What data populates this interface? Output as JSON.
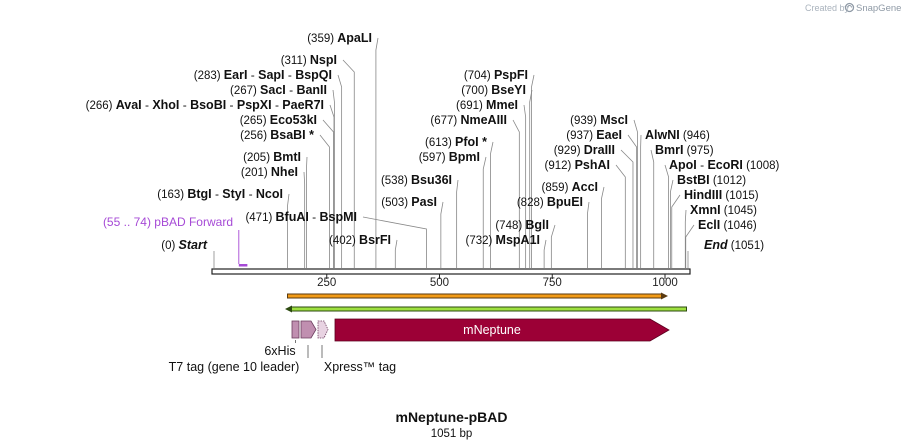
{
  "credit": {
    "prefix": "Created by",
    "brand": "SnapGene"
  },
  "plasmid": {
    "name": "mNeptune-pBAD",
    "length_label": "1051 bp",
    "length": 1051
  },
  "sequence_range": [
    0,
    1051
  ],
  "ruler_ticks": [
    250,
    500,
    750,
    1000
  ],
  "primer": {
    "range_label": "(55 .. 74)",
    "name": "pBAD Forward",
    "start": 55,
    "end": 74,
    "color": "#a64ad6"
  },
  "features": {
    "mNeptune": {
      "label": "mNeptune",
      "start": 270,
      "end": 1011,
      "color": "#9c0036"
    },
    "his_tag": {
      "label": "6xHis",
      "color": "#c08fb0"
    },
    "t7_tag": {
      "label": "T7 tag (gene 10 leader)",
      "color": "#c08fb0"
    },
    "xpress_tag": {
      "label": "Xpress™ tag",
      "color": "#c08fb0"
    },
    "orange_bar_color": "#f29b17",
    "green_bar_color": "#9ee040"
  },
  "sites": [
    {
      "row": 0,
      "pos": 359,
      "items": [
        {
          "n": "ApaLI",
          "c": 359
        }
      ]
    },
    {
      "row": 1,
      "pos": 311,
      "items": [
        {
          "n": "NspI",
          "c": 311
        }
      ]
    },
    {
      "row": 2,
      "pos": 283,
      "items": [
        {
          "n": "EarI",
          "c": 283
        },
        {
          "n": "SapI",
          "c": 283
        },
        {
          "n": "BspQI",
          "c": 283
        }
      ]
    },
    {
      "row": 3,
      "pos": 267,
      "items": [
        {
          "n": "SacI",
          "c": 267
        },
        {
          "n": "BanII",
          "c": 267
        }
      ]
    },
    {
      "row": 4,
      "pos": 266,
      "items": [
        {
          "n": "AvaI",
          "c": 266
        },
        {
          "n": "XhoI",
          "c": 266
        },
        {
          "n": "BsoBI",
          "c": 266
        },
        {
          "n": "PspXI",
          "c": 266
        },
        {
          "n": "PaeR7I",
          "c": 266
        }
      ]
    },
    {
      "row": 5,
      "pos": 265,
      "items": [
        {
          "n": "Eco53kI",
          "c": 265
        }
      ]
    },
    {
      "row": 6,
      "pos": 256,
      "items": [
        {
          "n": "BsaBI *",
          "c": 256
        }
      ]
    },
    {
      "row": 7,
      "pos": 205,
      "items": [
        {
          "n": "BmtI",
          "c": 205
        }
      ]
    },
    {
      "row": 8,
      "pos": 201,
      "items": [
        {
          "n": "NheI",
          "c": 201
        }
      ]
    },
    {
      "row": 9,
      "pos": 163,
      "items": [
        {
          "n": "BtgI",
          "c": 163
        },
        {
          "n": "StyI",
          "c": 163
        },
        {
          "n": "NcoI",
          "c": 163
        }
      ]
    },
    {
      "row": 11,
      "pos": 471,
      "items": [
        {
          "n": "BfuAI",
          "c": 471
        },
        {
          "n": "BspMI",
          "c": 471
        }
      ]
    },
    {
      "row": 12,
      "pos": 402,
      "items": [
        {
          "n": "BsrFI",
          "c": 402
        }
      ]
    },
    {
      "row": 2,
      "pos": 704,
      "items": [
        {
          "n": "PspFI",
          "c": 704
        }
      ]
    },
    {
      "row": 3,
      "pos": 700,
      "items": [
        {
          "n": "BseYI",
          "c": 700
        }
      ]
    },
    {
      "row": 4,
      "pos": 691,
      "items": [
        {
          "n": "MmeI",
          "c": 691
        }
      ]
    },
    {
      "row": 5,
      "pos": 677,
      "items": [
        {
          "n": "NmeAIII",
          "c": 677
        }
      ]
    },
    {
      "row": 6.5,
      "pos": 613,
      "items": [
        {
          "n": "PfoI *",
          "c": 613
        }
      ]
    },
    {
      "row": 7,
      "pos": 597,
      "items": [
        {
          "n": "BpmI",
          "c": 597
        }
      ]
    },
    {
      "row": 8.5,
      "pos": 538,
      "items": [
        {
          "n": "Bsu36I",
          "c": 538
        }
      ]
    },
    {
      "row": 10,
      "pos": 503,
      "items": [
        {
          "n": "PasI",
          "c": 503
        }
      ]
    },
    {
      "row": 11.5,
      "pos": 748,
      "items": [
        {
          "n": "BglI",
          "c": 748
        }
      ]
    },
    {
      "row": 12,
      "pos": 732,
      "items": [
        {
          "n": "MspA1I",
          "c": 732
        }
      ]
    },
    {
      "row": 10,
      "pos": 828,
      "items": [
        {
          "n": "BpuEI",
          "c": 828
        }
      ]
    },
    {
      "row": 9,
      "pos": 859,
      "items": [
        {
          "n": "AccI",
          "c": 859
        }
      ]
    },
    {
      "row": 5,
      "pos": 939,
      "items": [
        {
          "n": "MscI",
          "c": 939
        }
      ]
    },
    {
      "row": 6,
      "pos": 937,
      "items": [
        {
          "n": "EaeI",
          "c": 937
        }
      ]
    },
    {
      "row": 7,
      "pos": 929,
      "items": [
        {
          "n": "DraIII",
          "c": 929
        }
      ]
    },
    {
      "row": 8,
      "pos": 912,
      "items": [
        {
          "n": "PshAI",
          "c": 912
        }
      ]
    },
    {
      "row": 6,
      "pos": 946,
      "items": [
        {
          "n": "AlwNI",
          "c": 946
        }
      ]
    },
    {
      "row": 7,
      "pos": 975,
      "items": [
        {
          "n": "BmrI",
          "c": 975
        }
      ]
    },
    {
      "row": 8,
      "pos": 1008,
      "items": [
        {
          "n": "ApoI",
          "c": 1008
        },
        {
          "n": "EcoRI",
          "c": 1008
        }
      ]
    },
    {
      "row": 9,
      "pos": 1012,
      "items": [
        {
          "n": "BstBI",
          "c": 1012
        }
      ]
    },
    {
      "row": 10,
      "pos": 1015,
      "items": [
        {
          "n": "HindIII",
          "c": 1015
        }
      ]
    },
    {
      "row": 11,
      "pos": 1045,
      "items": [
        {
          "n": "XmnI",
          "c": 1045
        }
      ]
    },
    {
      "row": 12,
      "pos": 1046,
      "items": [
        {
          "n": "EclI",
          "c": 1046
        }
      ]
    }
  ],
  "ends": {
    "start": {
      "label": "Start",
      "pos_label": "(0)",
      "pos": 0
    },
    "end": {
      "label": "End",
      "pos_label": "(1051)",
      "pos": 1051
    }
  },
  "site_labels": [
    {
      "pos_label": "(359)",
      "names": [
        "ApaLI"
      ],
      "pos": 359
    },
    {
      "pos_label": "(311)",
      "names": [
        "NspI"
      ],
      "pos": 311
    },
    {
      "pos_label": "(283)",
      "names": [
        "EarI",
        "SapI",
        "BspQI"
      ],
      "pos": 283
    },
    {
      "pos_label": "(267)",
      "names": [
        "SacI",
        "BanII"
      ],
      "pos": 267
    },
    {
      "pos_label": "(266)",
      "names": [
        "AvaI",
        "XhoI",
        "BsoBI",
        "PspXI",
        "PaeR7I"
      ],
      "pos": 266
    },
    {
      "pos_label": "(265)",
      "names": [
        "Eco53kI"
      ],
      "pos": 265
    },
    {
      "pos_label": "(256)",
      "names": [
        "BsaBI *"
      ],
      "pos": 256
    },
    {
      "pos_label": "(205)",
      "names": [
        "BmtI"
      ],
      "pos": 205
    },
    {
      "pos_label": "(201)",
      "names": [
        "NheI"
      ],
      "pos": 201
    },
    {
      "pos_label": "(163)",
      "names": [
        "BtgI",
        "StyI",
        "NcoI"
      ],
      "pos": 163
    },
    {
      "pos_label": "(471)",
      "names": [
        "BfuAI",
        "BspMI"
      ],
      "pos": 471
    },
    {
      "pos_label": "(402)",
      "names": [
        "BsrFI"
      ],
      "pos": 402
    },
    {
      "pos_label": "(704)",
      "names": [
        "PspFI"
      ],
      "pos": 704
    },
    {
      "pos_label": "(700)",
      "names": [
        "BseYI"
      ],
      "pos": 700
    },
    {
      "pos_label": "(691)",
      "names": [
        "MmeI"
      ],
      "pos": 691
    },
    {
      "pos_label": "(677)",
      "names": [
        "NmeAIII"
      ],
      "pos": 677
    },
    {
      "pos_label": "(613)",
      "names": [
        "PfoI *"
      ],
      "pos": 613
    },
    {
      "pos_label": "(597)",
      "names": [
        "BpmI"
      ],
      "pos": 597
    },
    {
      "pos_label": "(538)",
      "names": [
        "Bsu36I"
      ],
      "pos": 538
    },
    {
      "pos_label": "(503)",
      "names": [
        "PasI"
      ],
      "pos": 503
    },
    {
      "pos_label": "(748)",
      "names": [
        "BglI"
      ],
      "pos": 748
    },
    {
      "pos_label": "(732)",
      "names": [
        "MspA1I"
      ],
      "pos": 732
    },
    {
      "pos_label": "(828)",
      "names": [
        "BpuEI"
      ],
      "pos": 828
    },
    {
      "pos_label": "(859)",
      "names": [
        "AccI"
      ],
      "pos": 859
    },
    {
      "pos_label": "(939)",
      "names": [
        "MscI"
      ],
      "pos": 939
    },
    {
      "pos_label": "(937)",
      "names": [
        "EaeI"
      ],
      "pos": 937
    },
    {
      "pos_label": "(929)",
      "names": [
        "DraIII"
      ],
      "pos": 929
    },
    {
      "pos_label": "(912)",
      "names": [
        "PshAI"
      ],
      "pos": 912
    },
    {
      "pos_label": "(946)",
      "names": [
        "AlwNI"
      ],
      "pos": 946
    },
    {
      "pos_label": "(975)",
      "names": [
        "BmrI"
      ],
      "pos": 975
    },
    {
      "pos_label": "(1008)",
      "names": [
        "ApoI",
        "EcoRI"
      ],
      "pos": 1008
    },
    {
      "pos_label": "(1012)",
      "names": [
        "BstBI"
      ],
      "pos": 1012
    },
    {
      "pos_label": "(1015)",
      "names": [
        "HindIII"
      ],
      "pos": 1015
    },
    {
      "pos_label": "(1045)",
      "names": [
        "XmnI"
      ],
      "pos": 1045
    },
    {
      "pos_label": "(1046)",
      "names": [
        "EclI"
      ],
      "pos": 1046
    }
  ]
}
